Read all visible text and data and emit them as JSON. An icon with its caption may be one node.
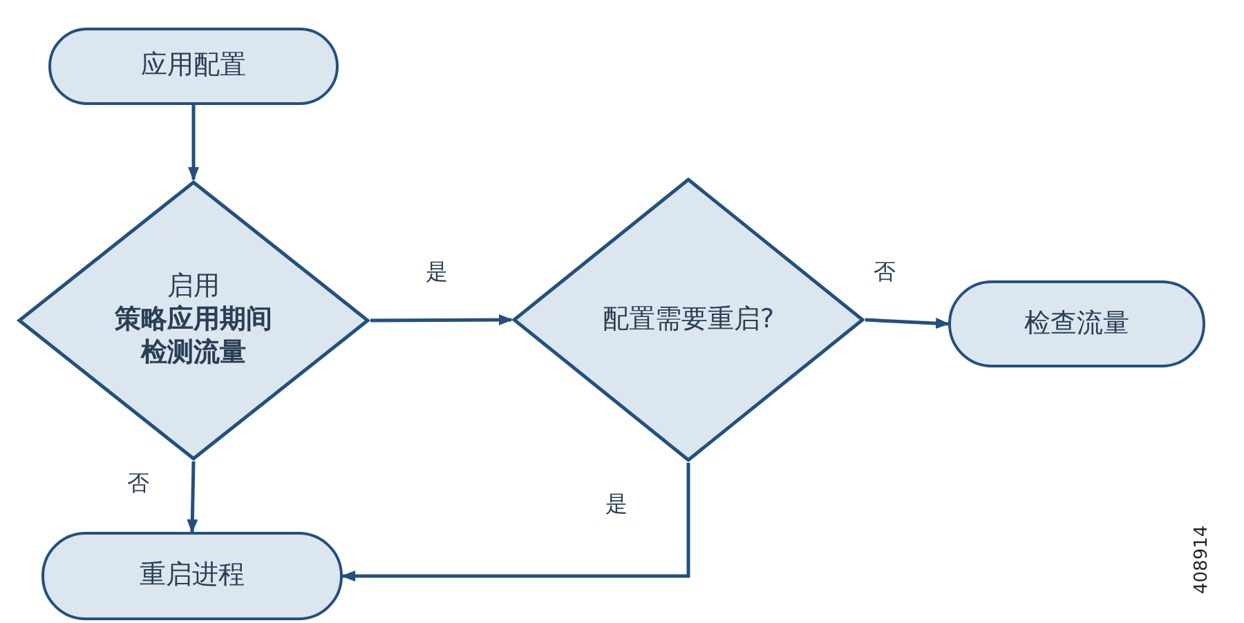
{
  "diagram": {
    "nodes": [
      {
        "text": [
          "应用配置"
        ]
      },
      {
        "text": [
          "启用",
          "策略应用期间检测流量"
        ]
      },
      {
        "text": [
          "配置需要重启?"
        ]
      },
      {
        "text": [
          "检查流量"
        ]
      },
      {
        "text": [
          "重启进程"
        ]
      }
    ],
    "edges": [
      {
        "from": 0,
        "to": 1,
        "arrow": "to"
      },
      {
        "from": 1,
        "to": 2,
        "arrow": "to",
        "label": "是"
      },
      {
        "from": 2,
        "to": 3,
        "arrow": "to",
        "label": "否"
      },
      {
        "from": 1,
        "to": 4,
        "arrow": "to",
        "label": "否"
      },
      {
        "from": 2,
        "to": 4,
        "arrow": "to",
        "label": "是"
      }
    ],
    "labels": [
      "408914"
    ]
  }
}
